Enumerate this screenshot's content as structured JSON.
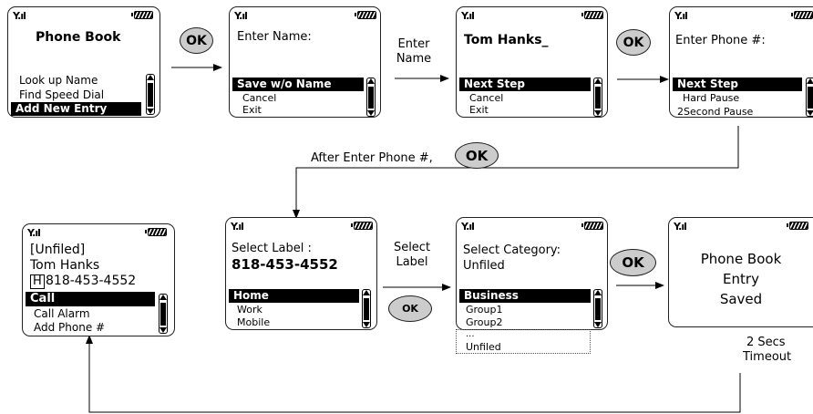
{
  "ok_label": "OK",
  "screens": {
    "phone_book": {
      "title": "Phone Book",
      "items": [
        "Look up Name",
        "Find Speed Dial"
      ],
      "selected": "Add New Entry"
    },
    "enter_name": {
      "prompt": "Enter Name:",
      "selected": "Save w/o Name",
      "items": [
        "Cancel",
        "Exit"
      ]
    },
    "tom_hanks": {
      "name": "Tom Hanks_",
      "selected": "Next Step",
      "items": [
        "Cancel",
        "Exit"
      ]
    },
    "enter_phone": {
      "prompt": "Enter Phone #:",
      "selected": "Next Step",
      "items": [
        "Hard Pause",
        "2Second Pause"
      ]
    },
    "contact": {
      "category": "[Unfiled]",
      "name": "Tom Hanks",
      "label_badge": "H",
      "number": "818-453-4552",
      "selected": "Call",
      "items": [
        "Call Alarm",
        "Add Phone #"
      ]
    },
    "select_label": {
      "prompt": "Select Label :",
      "number": "818-453-4552",
      "selected": "Home",
      "items": [
        "Work",
        "Mobile"
      ]
    },
    "select_category": {
      "prompt": "Select Category:",
      "current": "Unfiled",
      "selected": "Business",
      "items": [
        "Group1",
        "Group2"
      ],
      "overflow": [
        "...",
        "Unfiled"
      ]
    },
    "saved": {
      "lines": [
        "Phone Book",
        "Entry",
        "Saved"
      ]
    }
  },
  "annotations": {
    "enter_name_1": "Enter",
    "enter_name_2": "Name",
    "after_phone": "After Enter Phone #,",
    "select_label_1": "Select",
    "select_label_2": "Label",
    "timeout_1": "2 Secs",
    "timeout_2": "Timeout"
  }
}
